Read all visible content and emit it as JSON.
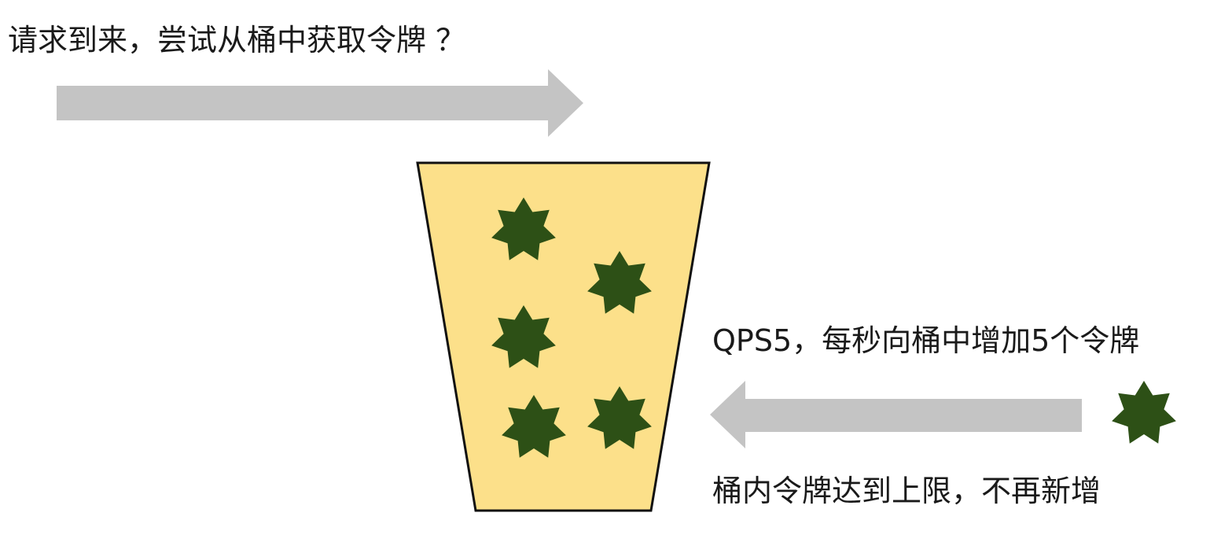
{
  "labels": {
    "request": "请求到来，尝试从桶中获取令牌 ？",
    "qps": "QPS5，每秒向桶中增加5个令牌",
    "limit": "桶内令牌达到上限，不再新增"
  },
  "bucket": {
    "token_count": 5,
    "max_tokens": 5,
    "full": true
  },
  "colors": {
    "arrow": "#c4c4c4",
    "bucket_fill": "#fce08a",
    "bucket_stroke": "#111111",
    "token": "#2d5016",
    "text": "#1a1a1a"
  },
  "icons": {
    "token": "seven-point-star-icon",
    "request_arrow": "arrow-right-icon",
    "refill_arrow": "arrow-left-icon"
  }
}
